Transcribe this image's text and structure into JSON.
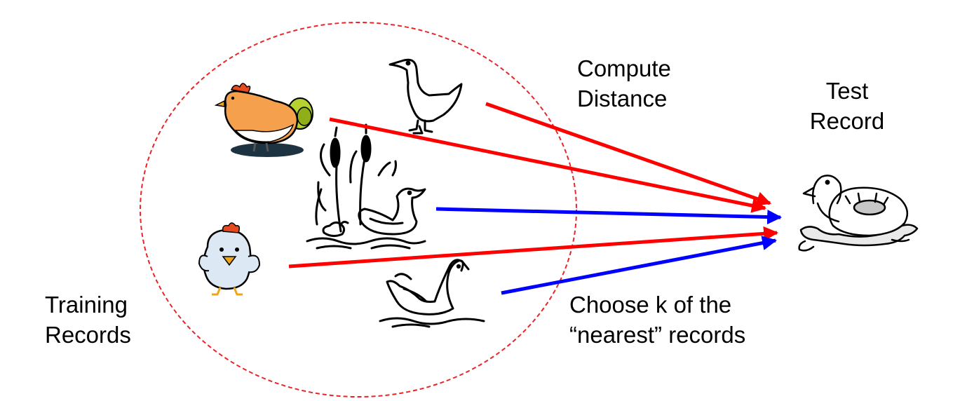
{
  "labels": {
    "compute": [
      "Compute",
      "Distance"
    ],
    "test": [
      "Test",
      "Record"
    ],
    "training": [
      "Training",
      "Records"
    ],
    "choose": [
      "Choose k of the",
      "“nearest” records"
    ]
  },
  "colors": {
    "background": "#ffffff",
    "boundary": "#e8262a",
    "distance_arrow": "#ff0000",
    "nearest_arrow": "#0000ff",
    "ink": "#000000",
    "hen_orange": "#f4a04d",
    "hen_comb": "#e84a1e",
    "tail_green": "#b5d231",
    "chick_blue": "#dde8f5",
    "beak": "#f0a418"
  },
  "animals": {
    "training": [
      "hen-icon",
      "goose-icon",
      "duck-family-icon",
      "chick-icon",
      "swan-icon"
    ],
    "test": "toy-duck-icon"
  },
  "arrows": [
    {
      "from": "hen-icon",
      "kind": "distance"
    },
    {
      "from": "goose-icon",
      "kind": "distance"
    },
    {
      "from": "duck-family-icon",
      "kind": "nearest"
    },
    {
      "from": "chick-icon",
      "kind": "distance"
    },
    {
      "from": "swan-icon",
      "kind": "nearest"
    }
  ]
}
